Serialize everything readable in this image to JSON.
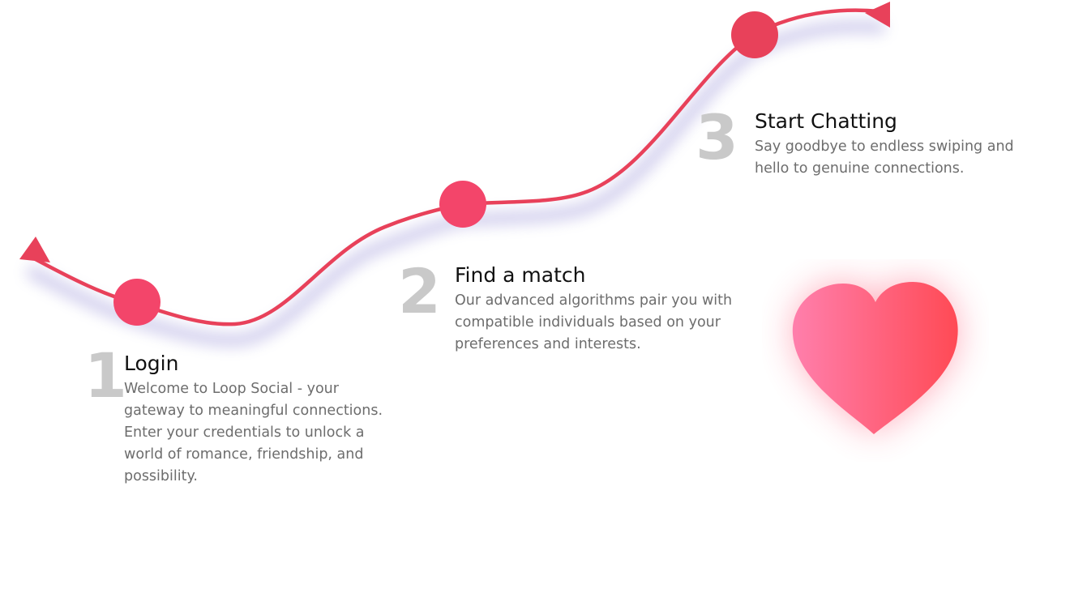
{
  "colors": {
    "accent": "#e8415a",
    "node": "#f3456a",
    "step_number": "#c9c9c9",
    "title": "#111111",
    "description": "#6d6d6d",
    "heart_left": "#ff7fac",
    "heart_right": "#ff4a55"
  },
  "steps": [
    {
      "number": "1",
      "title": "Login",
      "description": "Welcome to Loop Social - your gateway to meaningful connections. Enter your credentials to unlock a world of romance, friendship, and possibility."
    },
    {
      "number": "2",
      "title": "Find a match",
      "description": "Our advanced algorithms pair you with compatible individuals based on your preferences and interests."
    },
    {
      "number": "3",
      "title": "Start Chatting",
      "description": "Say goodbye to endless swiping and hello to genuine connections."
    }
  ],
  "icons": {
    "start_marker": "triangle-arrow-icon",
    "end_marker": "triangle-arrow-icon",
    "decoration": "heart-icon"
  }
}
